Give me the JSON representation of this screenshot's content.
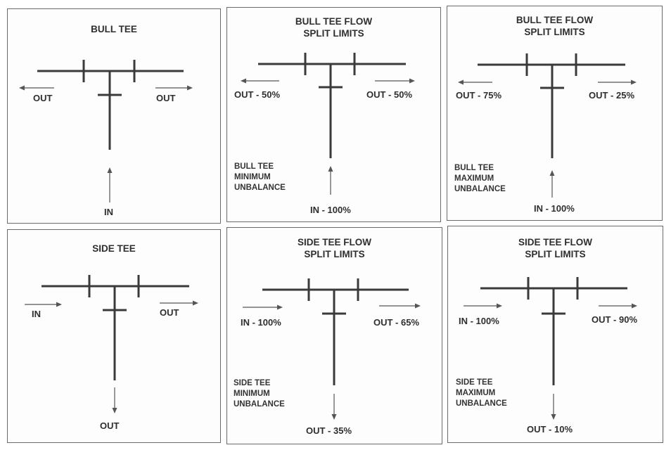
{
  "panels": {
    "bull_tee": {
      "title": "BULL TEE",
      "out_left": "OUT",
      "out_right": "OUT",
      "in": "IN"
    },
    "bull_min": {
      "title_line1": "BULL TEE FLOW",
      "title_line2": "SPLIT LIMITS",
      "out_left": "OUT - 50%",
      "out_right": "OUT - 50%",
      "in": "IN - 100%",
      "note_line1": "BULL TEE",
      "note_line2": "MINIMUM",
      "note_line3": "UNBALANCE"
    },
    "bull_max": {
      "title_line1": "BULL TEE FLOW",
      "title_line2": "SPLIT LIMITS",
      "out_left": "OUT - 75%",
      "out_right": "OUT - 25%",
      "in": "IN - 100%",
      "note_line1": "BULL TEE",
      "note_line2": "MAXIMUM",
      "note_line3": "UNBALANCE"
    },
    "side_tee": {
      "title": "SIDE TEE",
      "in": "IN",
      "out_right": "OUT",
      "out_bottom": "OUT"
    },
    "side_min": {
      "title_line1": "SIDE TEE FLOW",
      "title_line2": "SPLIT LIMITS",
      "in": "IN - 100%",
      "out_right": "OUT - 65%",
      "out_bottom": "OUT - 35%",
      "note_line1": "SIDE TEE",
      "note_line2": "MINIMUM",
      "note_line3": "UNBALANCE"
    },
    "side_max": {
      "title_line1": "SIDE TEE FLOW",
      "title_line2": "SPLIT LIMITS",
      "in": "IN - 100%",
      "out_right": "OUT - 90%",
      "out_bottom": "OUT - 10%",
      "note_line1": "SIDE TEE",
      "note_line2": "MAXIMUM",
      "note_line3": "UNBALANCE"
    }
  }
}
